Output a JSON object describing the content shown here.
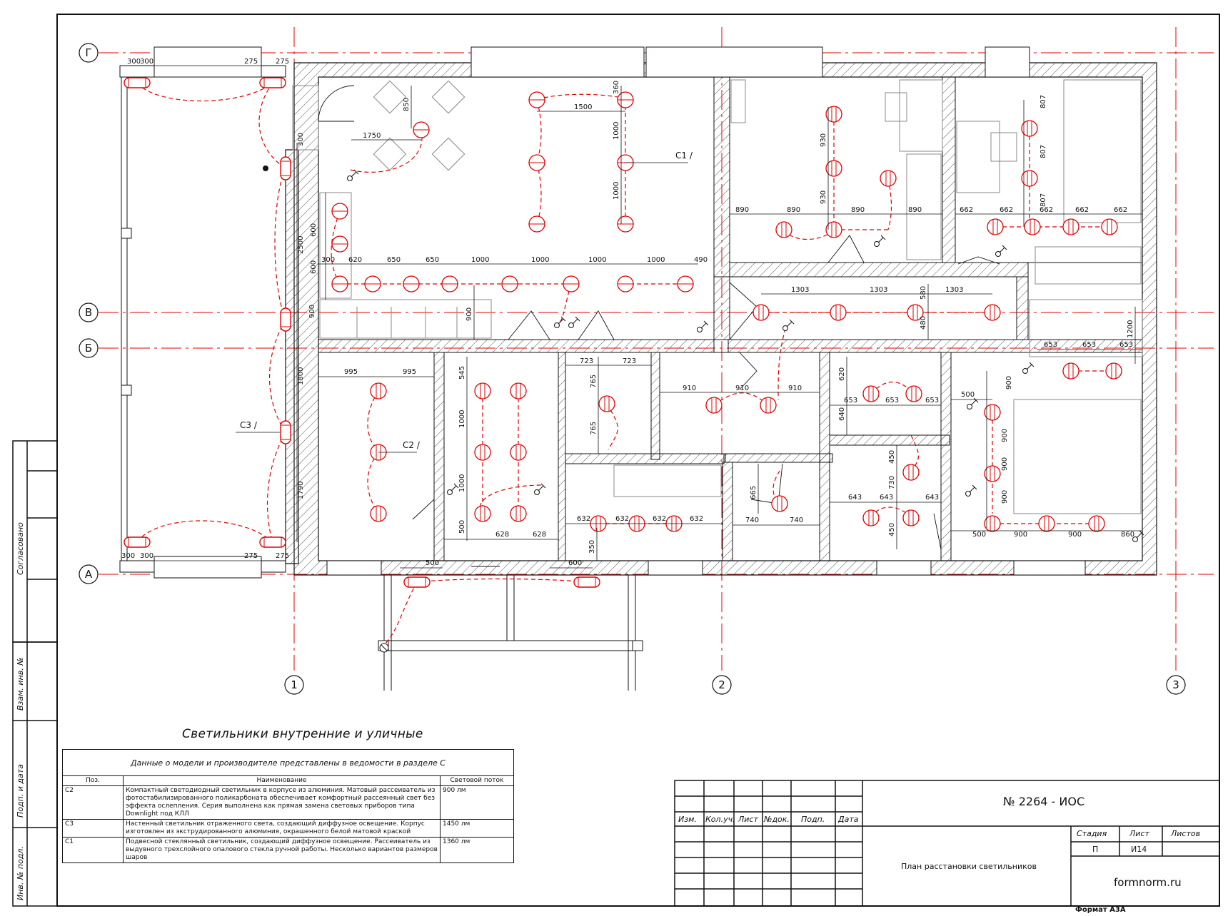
{
  "axes": {
    "rows": [
      "Г",
      "В",
      "Б",
      "А"
    ],
    "cols": [
      "1",
      "2",
      "3"
    ]
  },
  "callouts": {
    "c1": "С1 /",
    "c2": "С2 /",
    "c3": "С3 /"
  },
  "dims": {
    "top_left": [
      "300",
      "300",
      "275",
      "275"
    ],
    "bottom_left": [
      "300",
      "300",
      "275",
      "275"
    ],
    "left_vertical": [
      "300",
      "2500",
      "900",
      "1800",
      "1790"
    ],
    "hall_row": [
      "300",
      "620",
      "650",
      "650",
      "1000",
      "1000",
      "1000",
      "1000",
      "490"
    ],
    "hall_vertical": [
      "600",
      "600",
      "900"
    ],
    "dining_1750": "1750",
    "dining_850": "850",
    "hall_1500": "1500",
    "hall_360": "360",
    "hall_1000_v": [
      "1000",
      "1000"
    ],
    "room1_h": [
      "890",
      "890",
      "890",
      "890"
    ],
    "room1_v": [
      "930",
      "930"
    ],
    "room2_h": [
      "662",
      "662",
      "662",
      "662",
      "662"
    ],
    "room2_v": [
      "807",
      "807",
      "807"
    ],
    "corridor_h": [
      "1303",
      "1303",
      "1303"
    ],
    "corridor_v": [
      "580",
      "480"
    ],
    "corridor_900": "900",
    "room_a_h": [
      "995",
      "995"
    ],
    "room_b_v": [
      "545",
      "1000",
      "1000",
      "500"
    ],
    "room_b_h": [
      "628",
      "628"
    ],
    "small_h": [
      "723",
      "723"
    ],
    "small_v": [
      "765",
      "765"
    ],
    "mid_h": [
      "910",
      "910",
      "910"
    ],
    "kitchen_h": [
      "632",
      "632",
      "632",
      "632"
    ],
    "kitchen_350": "350",
    "wc_v": "665",
    "wc_h": [
      "740",
      "740"
    ],
    "bath1_h": [
      "653",
      "653",
      "653"
    ],
    "bath1_v": [
      "620",
      "640"
    ],
    "bath2_h": [
      "643",
      "643",
      "643"
    ],
    "bath2_v": [
      "450",
      "730",
      "450"
    ],
    "bed_v": [
      "900",
      "900",
      "900"
    ],
    "bed_h": [
      "500",
      "900",
      "900",
      "860"
    ],
    "bed_top": [
      "653",
      "653",
      "653"
    ],
    "bed_1200": "1200",
    "bed_500": "500",
    "entry": [
      "500",
      "600"
    ]
  },
  "spec": {
    "heading": "Светильники внутренние и уличные",
    "caption": "Данные о модели и производителе представлены в ведомости в разделе С",
    "columns": [
      "Поз.",
      "Наименование",
      "Световой поток"
    ],
    "rows": [
      {
        "pos": "С2",
        "name": "Компактный светодиодный светильник в корпусе из алюминия. Матовый рассеиватель из фотостабилизированного поликарбоната обеспечивает комфортный рассеянный свет без эффекта ослепления. Серия выполнена как прямая замена световых приборов типа Downlight под КЛЛ",
        "flux": "900 лм"
      },
      {
        "pos": "С3",
        "name": "Настенный светильник отраженного света, создающий диффузное освещение. Корпус изготовлен из экструдированного алюминия, окрашенного белой матовой краской",
        "flux": "1450 лм"
      },
      {
        "pos": "С1",
        "name": "Подвесной стеклянный светильник, создающий диффузное освещение. Рассеиватель из выдувного трехслойного опалового стекла ручной работы. Несколько вариантов размеров шаров",
        "flux": "1360 лм"
      }
    ]
  },
  "title_block": {
    "headers": [
      "Изм.",
      "Кол.уч.",
      "Лист",
      "№док.",
      "Подп.",
      "Дата"
    ],
    "doc_number": "№ 2264 - ИОС",
    "sheet_title": "План расстановки светильников",
    "stage_label": "Стадия",
    "sheet_label": "Лист",
    "sheets_label": "Листов",
    "stage": "П",
    "sheet": "И14",
    "org": "formnorm.ru",
    "format": "Формат А3А"
  },
  "side_stamp": {
    "agreed": "Согласовано",
    "inv_ref": "Взам. инв. №",
    "sign_date": "Подп. и дата",
    "inv_orig": "Инв. № подл."
  },
  "colors": {
    "line": "#111111",
    "light": "#e00000",
    "hatch": "#555555"
  }
}
